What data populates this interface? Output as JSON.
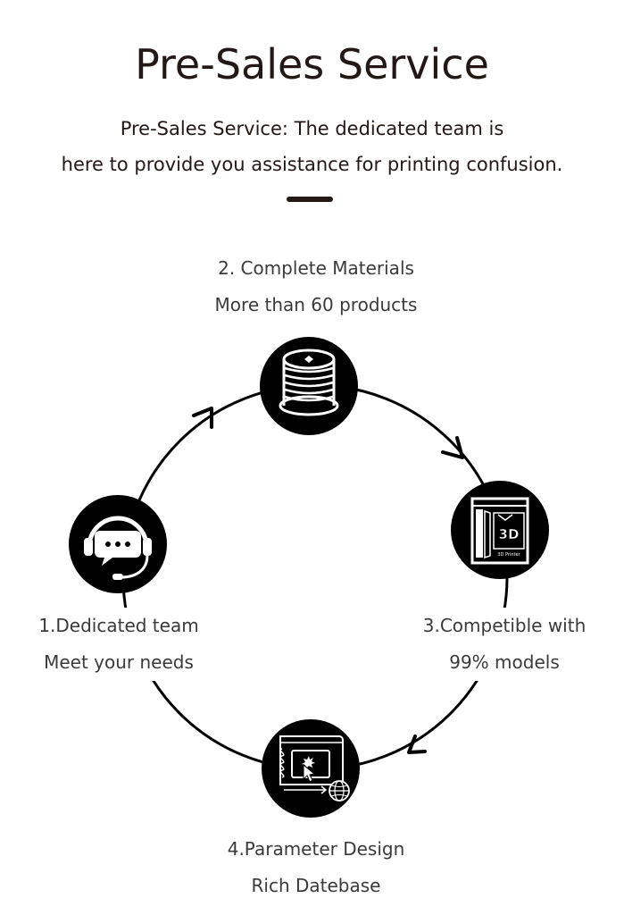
{
  "header": {
    "title": "Pre-Sales Service",
    "intro_line1": "Pre-Sales Service: The dedicated team is",
    "intro_line2": "here to provide you assistance for printing confusion."
  },
  "steps": [
    {
      "id": 1,
      "line1": "1.Dedicated team",
      "line2": "Meet your needs",
      "icon": "headset-chat-icon"
    },
    {
      "id": 2,
      "line1": "2. Complete Materials",
      "line2": "More than 60 products",
      "icon": "filament-spool-icon"
    },
    {
      "id": 3,
      "line1": "3.Competible with",
      "line2": "99% models",
      "icon": "3d-printer-icon"
    },
    {
      "id": 4,
      "line1": "4.Parameter Design",
      "line2": "Rich Datebase",
      "icon": "parameter-software-icon"
    }
  ],
  "icon_text": {
    "printer_badge": "3D",
    "printer_caption": "3D Printer"
  },
  "colors": {
    "text": "#231815",
    "label": "#3a3a3a",
    "icon_bg": "#000000",
    "icon_fg": "#ffffff"
  }
}
